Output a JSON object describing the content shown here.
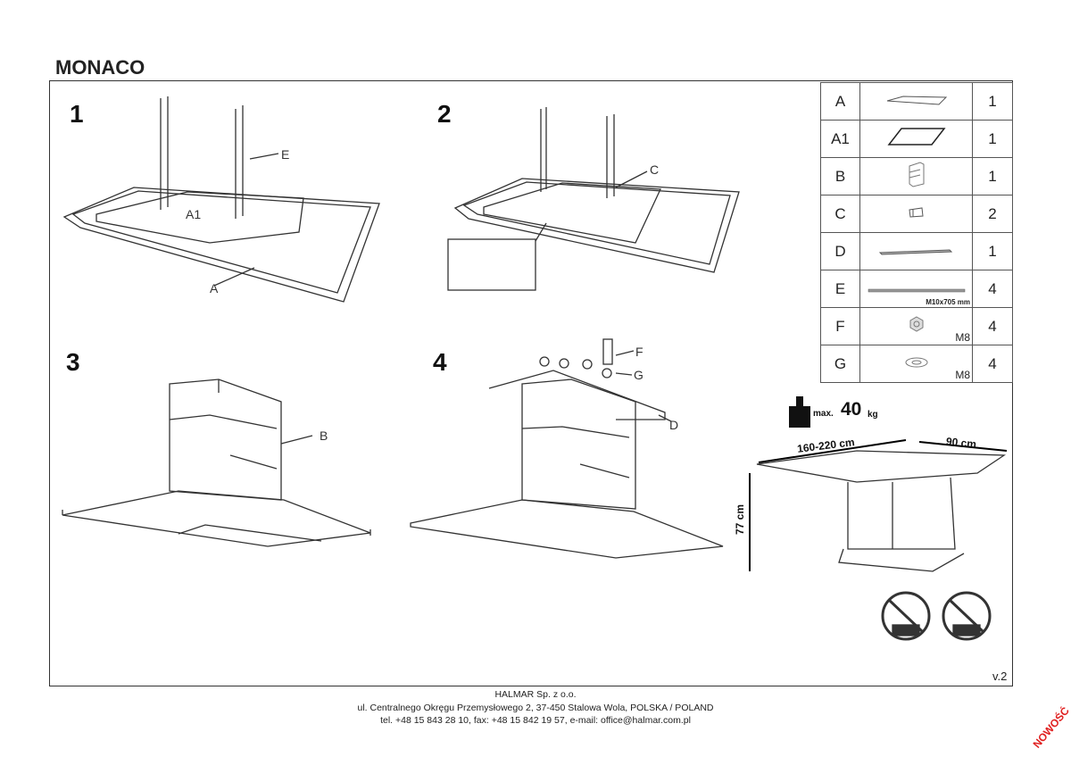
{
  "title": "MONACO",
  "steps": [
    {
      "number": "1",
      "labels": [
        "A1",
        "E",
        "A"
      ]
    },
    {
      "number": "2",
      "labels": [
        "C"
      ]
    },
    {
      "number": "3",
      "labels": [
        "B"
      ]
    },
    {
      "number": "4",
      "labels": [
        "F",
        "G",
        "D"
      ]
    }
  ],
  "parts": [
    {
      "id": "A",
      "qty": "1",
      "spec": ""
    },
    {
      "id": "A1",
      "qty": "1",
      "spec": ""
    },
    {
      "id": "B",
      "qty": "1",
      "spec": ""
    },
    {
      "id": "C",
      "qty": "2",
      "spec": ""
    },
    {
      "id": "D",
      "qty": "1",
      "spec": ""
    },
    {
      "id": "E",
      "qty": "4",
      "spec": "M10x705 mm"
    },
    {
      "id": "F",
      "qty": "4",
      "spec": "M8"
    },
    {
      "id": "G",
      "qty": "4",
      "spec": "M8"
    }
  ],
  "dimensions": {
    "max_label": "max.",
    "max_value": "40",
    "max_unit": "kg",
    "length": "160-220 cm",
    "width": "90 cm",
    "height": "77 cm"
  },
  "version": "v.2",
  "footer": {
    "company": "HALMAR Sp. z o.o.",
    "address": "ul. Centralnego Okręgu Przemysłowego 2, 37-450 Stalowa Wola, POLSKA / POLAND",
    "contact": "tel. +48 15 843 28 10, fax: +48 15 842 19 57, e-mail: office@halmar.com.pl"
  },
  "badge": "NOWOŚĆ"
}
